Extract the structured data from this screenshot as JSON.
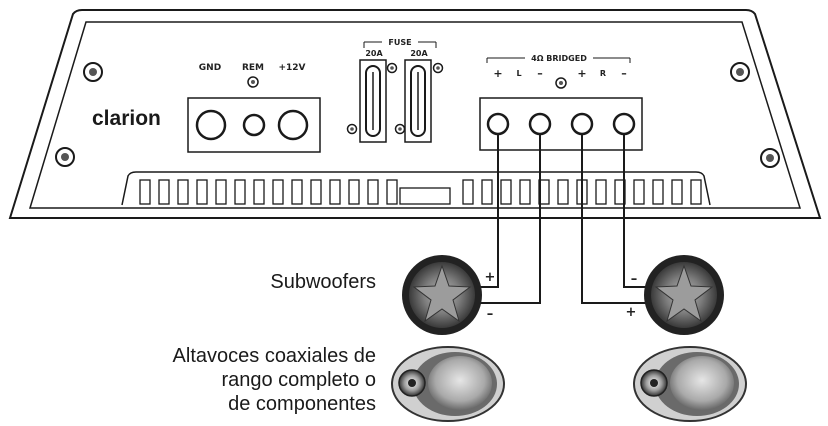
{
  "amplifier": {
    "brand": "clarion",
    "terminals": {
      "gnd": "GND",
      "rem": "REM",
      "plus12v": "+12V"
    },
    "fuse": {
      "title": "FUSE",
      "left_rating": "20A",
      "right_rating": "20A"
    },
    "speaker_block": {
      "title": "4Ω BRIDGED",
      "signs": [
        "+",
        "L",
        "–",
        "+",
        "R",
        "–"
      ]
    }
  },
  "labels": {
    "subwoofers": "Subwoofers",
    "coaxial_line1": "Altavoces coaxiales de",
    "coaxial_line2": "rango completo o",
    "coaxial_line3": "de componentes"
  },
  "wire_signs": {
    "left_plus": "+",
    "left_minus": "–",
    "right_minus": "–",
    "right_plus": "+"
  },
  "colors": {
    "line": "#1a1a1a",
    "panel": "#ffffff",
    "speaker_dark": "#2b2b2b",
    "speaker_mid": "#8a8a8a"
  }
}
